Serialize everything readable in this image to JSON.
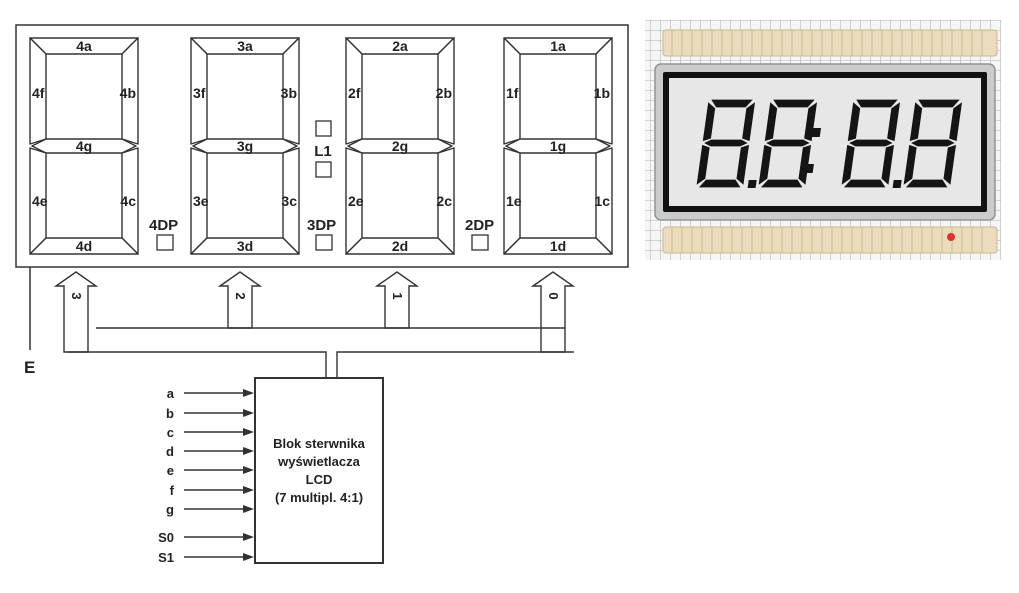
{
  "digits": [
    {
      "id": "4",
      "seg": {
        "a": "4a",
        "b": "4b",
        "c": "4c",
        "d": "4d",
        "e": "4e",
        "f": "4f",
        "g": "4g"
      }
    },
    {
      "id": "3",
      "seg": {
        "a": "3a",
        "b": "3b",
        "c": "3c",
        "d": "3d",
        "e": "3e",
        "f": "3f",
        "g": "3g"
      }
    },
    {
      "id": "2",
      "seg": {
        "a": "2a",
        "b": "2b",
        "c": "2c",
        "d": "2d",
        "e": "2e",
        "f": "2f",
        "g": "2g"
      }
    },
    {
      "id": "1",
      "seg": {
        "a": "1a",
        "b": "1b",
        "c": "1c",
        "d": "1d",
        "e": "1e",
        "f": "1f",
        "g": "1g"
      }
    }
  ],
  "dp_labels": [
    "4DP",
    "3DP",
    "2DP"
  ],
  "colon_label": "L1",
  "backplane_label": "E",
  "select_arrows": [
    "3",
    "2",
    "1",
    "0"
  ],
  "inputs": [
    "a",
    "b",
    "c",
    "d",
    "e",
    "f",
    "g",
    "S0",
    "S1"
  ],
  "driver_block": {
    "lines": [
      "Blok sterwnika",
      "wyświetlacza",
      "LCD",
      "(7 multipl. 4:1)"
    ]
  },
  "colors": {
    "outline": "#333333",
    "lcd_glass": "#e6e7e6",
    "lcd_segment": "#151515",
    "pin_strip": "#eadcbc",
    "indicator": "#e23030"
  }
}
